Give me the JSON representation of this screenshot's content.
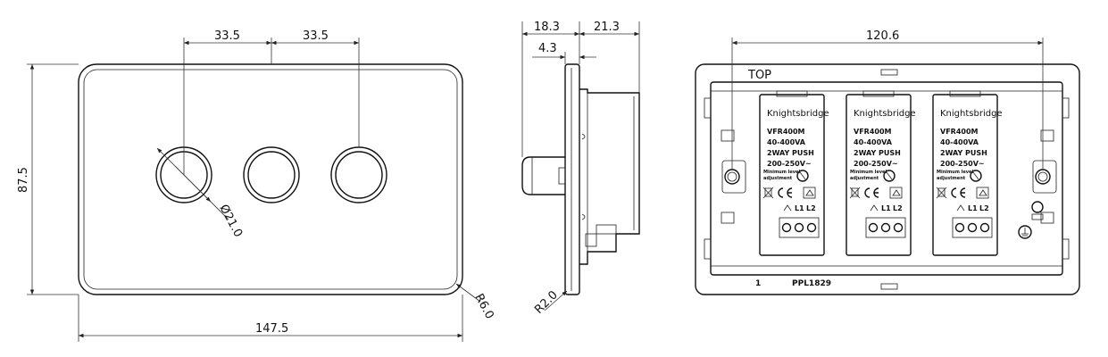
{
  "front_view": {
    "dim_pitch_left": "33.5",
    "dim_pitch_right": "33.5",
    "dim_height": "87.5",
    "dim_width": "147.5",
    "dim_knob_diameter": "Ø21.0",
    "dim_corner_radius": "R6.0"
  },
  "side_view": {
    "dim_depth_front": "18.3",
    "dim_depth_back": "21.3",
    "dim_plate_offset": "4.3",
    "dim_edge_radius": "R2.0"
  },
  "rear_view": {
    "dim_fixing_centres": "120.6",
    "top_label": "TOP",
    "position_number": "1",
    "part_code": "PPL1829",
    "modules": [
      {
        "brand": "Knightsbridge",
        "model": "VFR400M",
        "rating": "40-400VA",
        "type": "2WAY PUSH",
        "voltage": "200-250V~",
        "adjust_line1": "Minimum level",
        "adjust_line2": "adjustment",
        "terminal_l1": "L1",
        "terminal_l2": "L2"
      },
      {
        "brand": "Knightsbridge",
        "model": "VFR400M",
        "rating": "40-400VA",
        "type": "2WAY PUSH",
        "voltage": "200-250V~",
        "adjust_line1": "Minimum level",
        "adjust_line2": "adjustment",
        "terminal_l1": "L1",
        "terminal_l2": "L2"
      },
      {
        "brand": "Knightsbridge",
        "model": "VFR400M",
        "rating": "40-400VA",
        "type": "2WAY PUSH",
        "voltage": "200-250V~",
        "adjust_line1": "Minimum level",
        "adjust_line2": "adjustment",
        "terminal_l1": "L1",
        "terminal_l2": "L2"
      }
    ]
  }
}
